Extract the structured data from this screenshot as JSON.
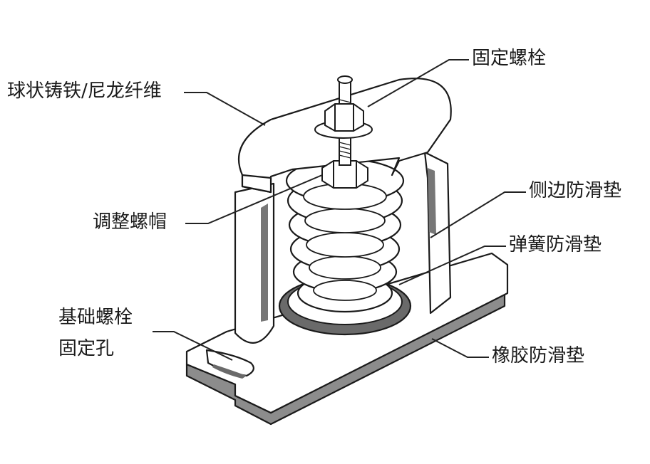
{
  "labels": {
    "housing": "球状铸铁/尼龙纤维",
    "fixing_bolt": "固定螺栓",
    "adjust_nut": "调整螺帽",
    "side_pad": "侧边防滑垫",
    "spring_pad": "弹簧防滑垫",
    "base_hole_line1": "基础螺栓",
    "base_hole_line2": "固定孔",
    "rubber_pad": "橡胶防滑垫"
  },
  "colors": {
    "line": "#1a1a1a",
    "fill": "#ffffff",
    "rubber": "#8c8c8c",
    "rubber_dark": "#555555"
  }
}
